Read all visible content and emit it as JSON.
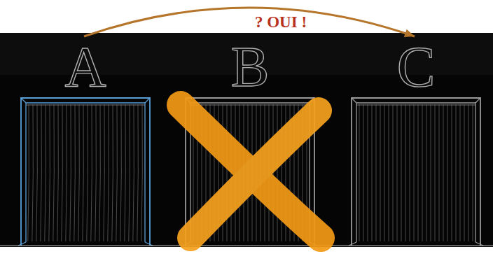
{
  "diagram": {
    "nodes": [
      {
        "text": [
          "A"
        ]
      },
      {
        "text": [
          "B"
        ]
      },
      {
        "text": [
          "C"
        ]
      }
    ],
    "edges": [
      {
        "from": 0,
        "to": 2,
        "arrow": "to",
        "label": "? OUI !"
      }
    ]
  }
}
